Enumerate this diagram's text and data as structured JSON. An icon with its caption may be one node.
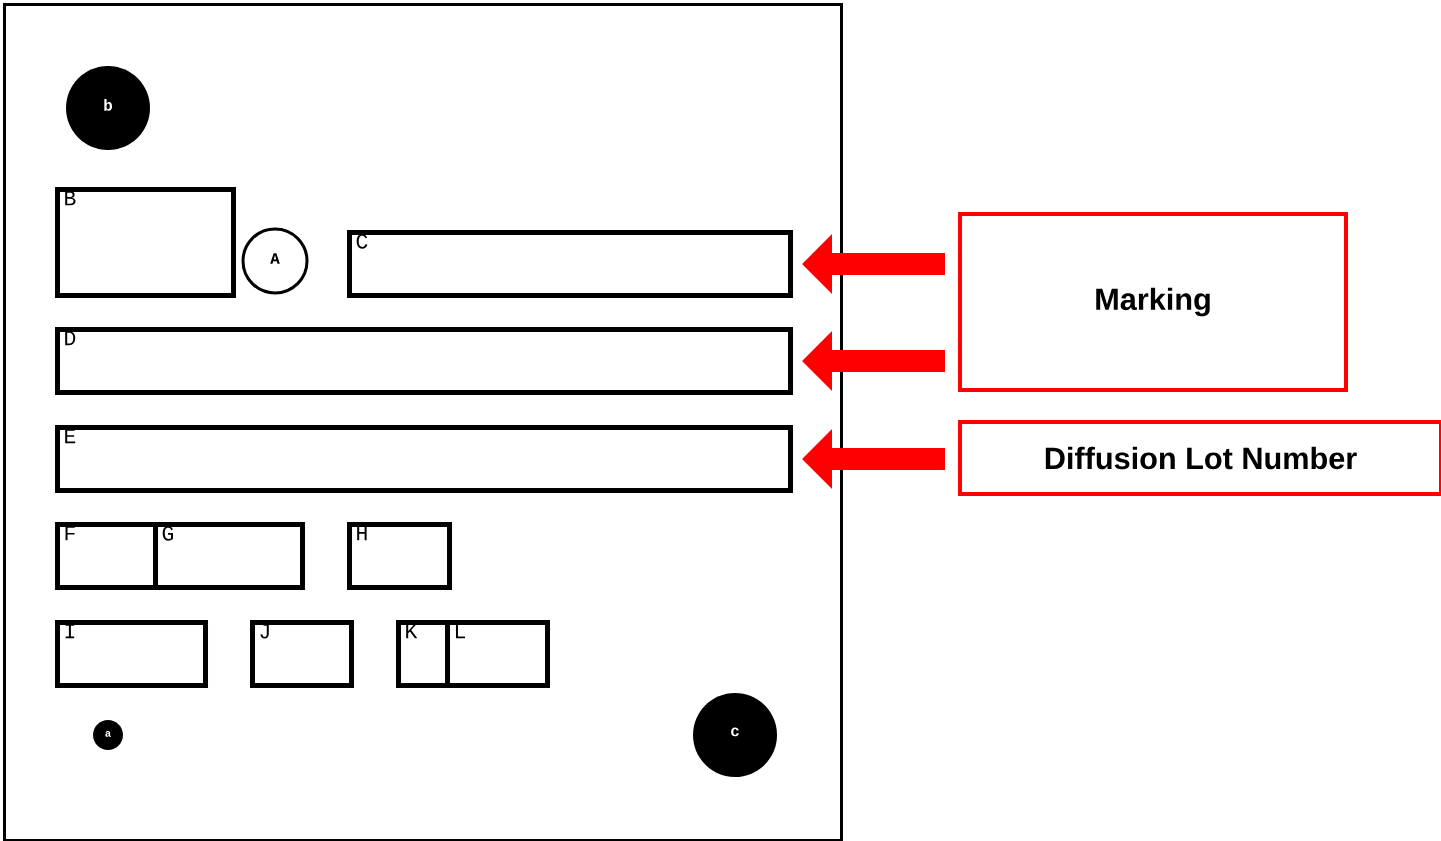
{
  "diagram": {
    "nodes": [
      {
        "text": [],
        "shape": "box"
      },
      {
        "text": [
          "b"
        ],
        "in": 0
      },
      {
        "text": [
          "B"
        ],
        "in": 0
      },
      {
        "text": [
          "A"
        ],
        "in": 0
      },
      {
        "text": [
          "C"
        ],
        "in": 0
      },
      {
        "text": [
          "D"
        ],
        "in": 0
      },
      {
        "text": [
          "E"
        ],
        "in": 0
      },
      {
        "text": [
          "F"
        ],
        "in": 0
      },
      {
        "text": [
          "G"
        ],
        "in": 0
      },
      {
        "text": [
          "H"
        ],
        "in": 0
      },
      {
        "text": [
          "I"
        ],
        "in": 0
      },
      {
        "text": [
          "J"
        ],
        "in": 0
      },
      {
        "text": [
          "K"
        ],
        "in": 0
      },
      {
        "text": [
          "L"
        ],
        "in": 0
      },
      {
        "text": [
          "a"
        ],
        "in": 0
      },
      {
        "text": [
          "c"
        ],
        "in": 0
      },
      {
        "text": [
          "Marking"
        ]
      },
      {
        "text": [
          "Diffusion Lot Number"
        ]
      }
    ],
    "edges": [
      {
        "from": 16,
        "to": 4,
        "arrow": "to"
      },
      {
        "from": 16,
        "to": 5,
        "arrow": "to"
      },
      {
        "from": 17,
        "to": 6,
        "arrow": "to"
      }
    ]
  }
}
